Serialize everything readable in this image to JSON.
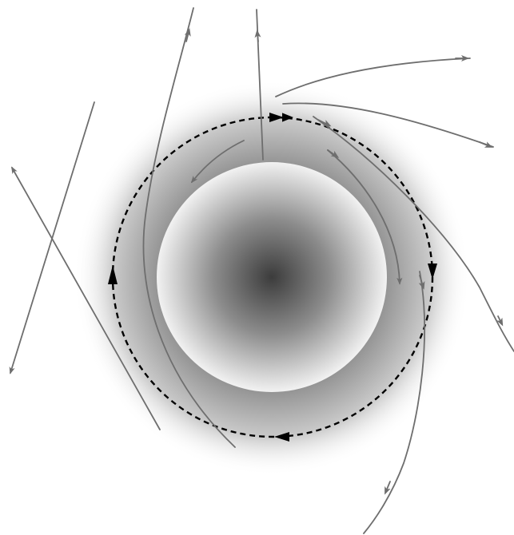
{
  "figure": {
    "halo": {
      "inner_color": "#8a8a8a",
      "outer_color": "#ffffff"
    },
    "core": {
      "center_color": "#3a3a3a",
      "edge_color": "#f0f0f0"
    },
    "orbit": {
      "stroke_color": "#000000",
      "arrow_count": 4,
      "direction": "clockwise"
    },
    "flow_lines": {
      "stroke_color": "#6e6e6e",
      "count": 11
    }
  }
}
